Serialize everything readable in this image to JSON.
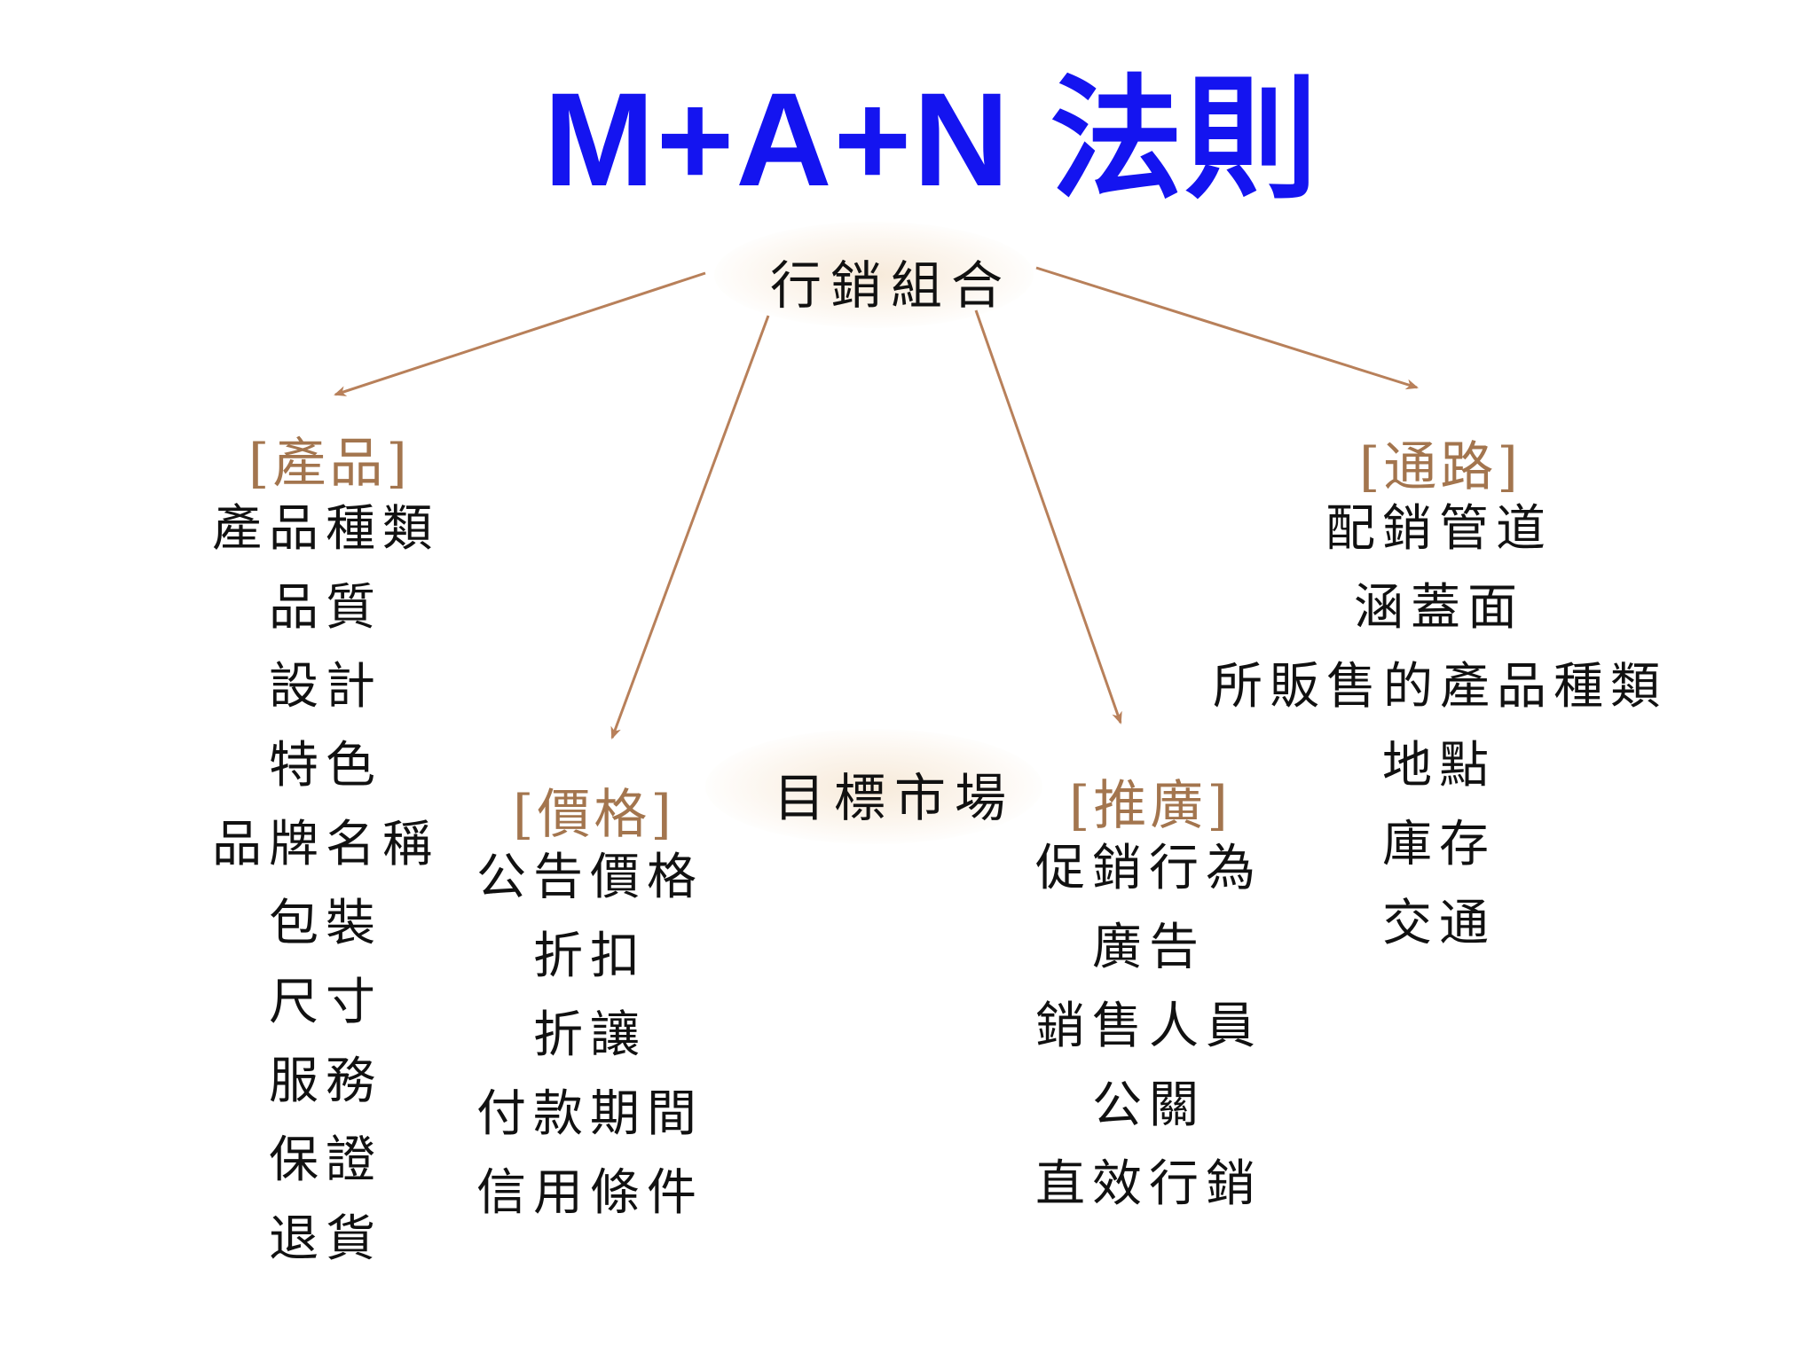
{
  "title": "M+A+N 法則",
  "center": "行銷組合",
  "target": "目標市場",
  "colors": {
    "title": "#1414f0",
    "arrow": "#b8805a",
    "category": "#a3754e",
    "text": "#111111"
  },
  "categories": [
    {
      "label": "[產品]",
      "items": [
        "產品種類",
        "品質",
        "設計",
        "特色",
        "品牌名稱",
        "包裝",
        "尺寸",
        "服務",
        "保證",
        "退貨"
      ]
    },
    {
      "label": "[價格]",
      "items": [
        "公告價格",
        "折扣",
        "折讓",
        "付款期間",
        "信用條件"
      ]
    },
    {
      "label": "[推廣]",
      "items": [
        "促銷行為",
        "廣告",
        "銷售人員",
        "公關",
        "直效行銷"
      ]
    },
    {
      "label": "[通路]",
      "items": [
        "配銷管道",
        "涵蓋面",
        "所販售的產品種類",
        "地點",
        "庫存",
        "交通"
      ]
    }
  ]
}
